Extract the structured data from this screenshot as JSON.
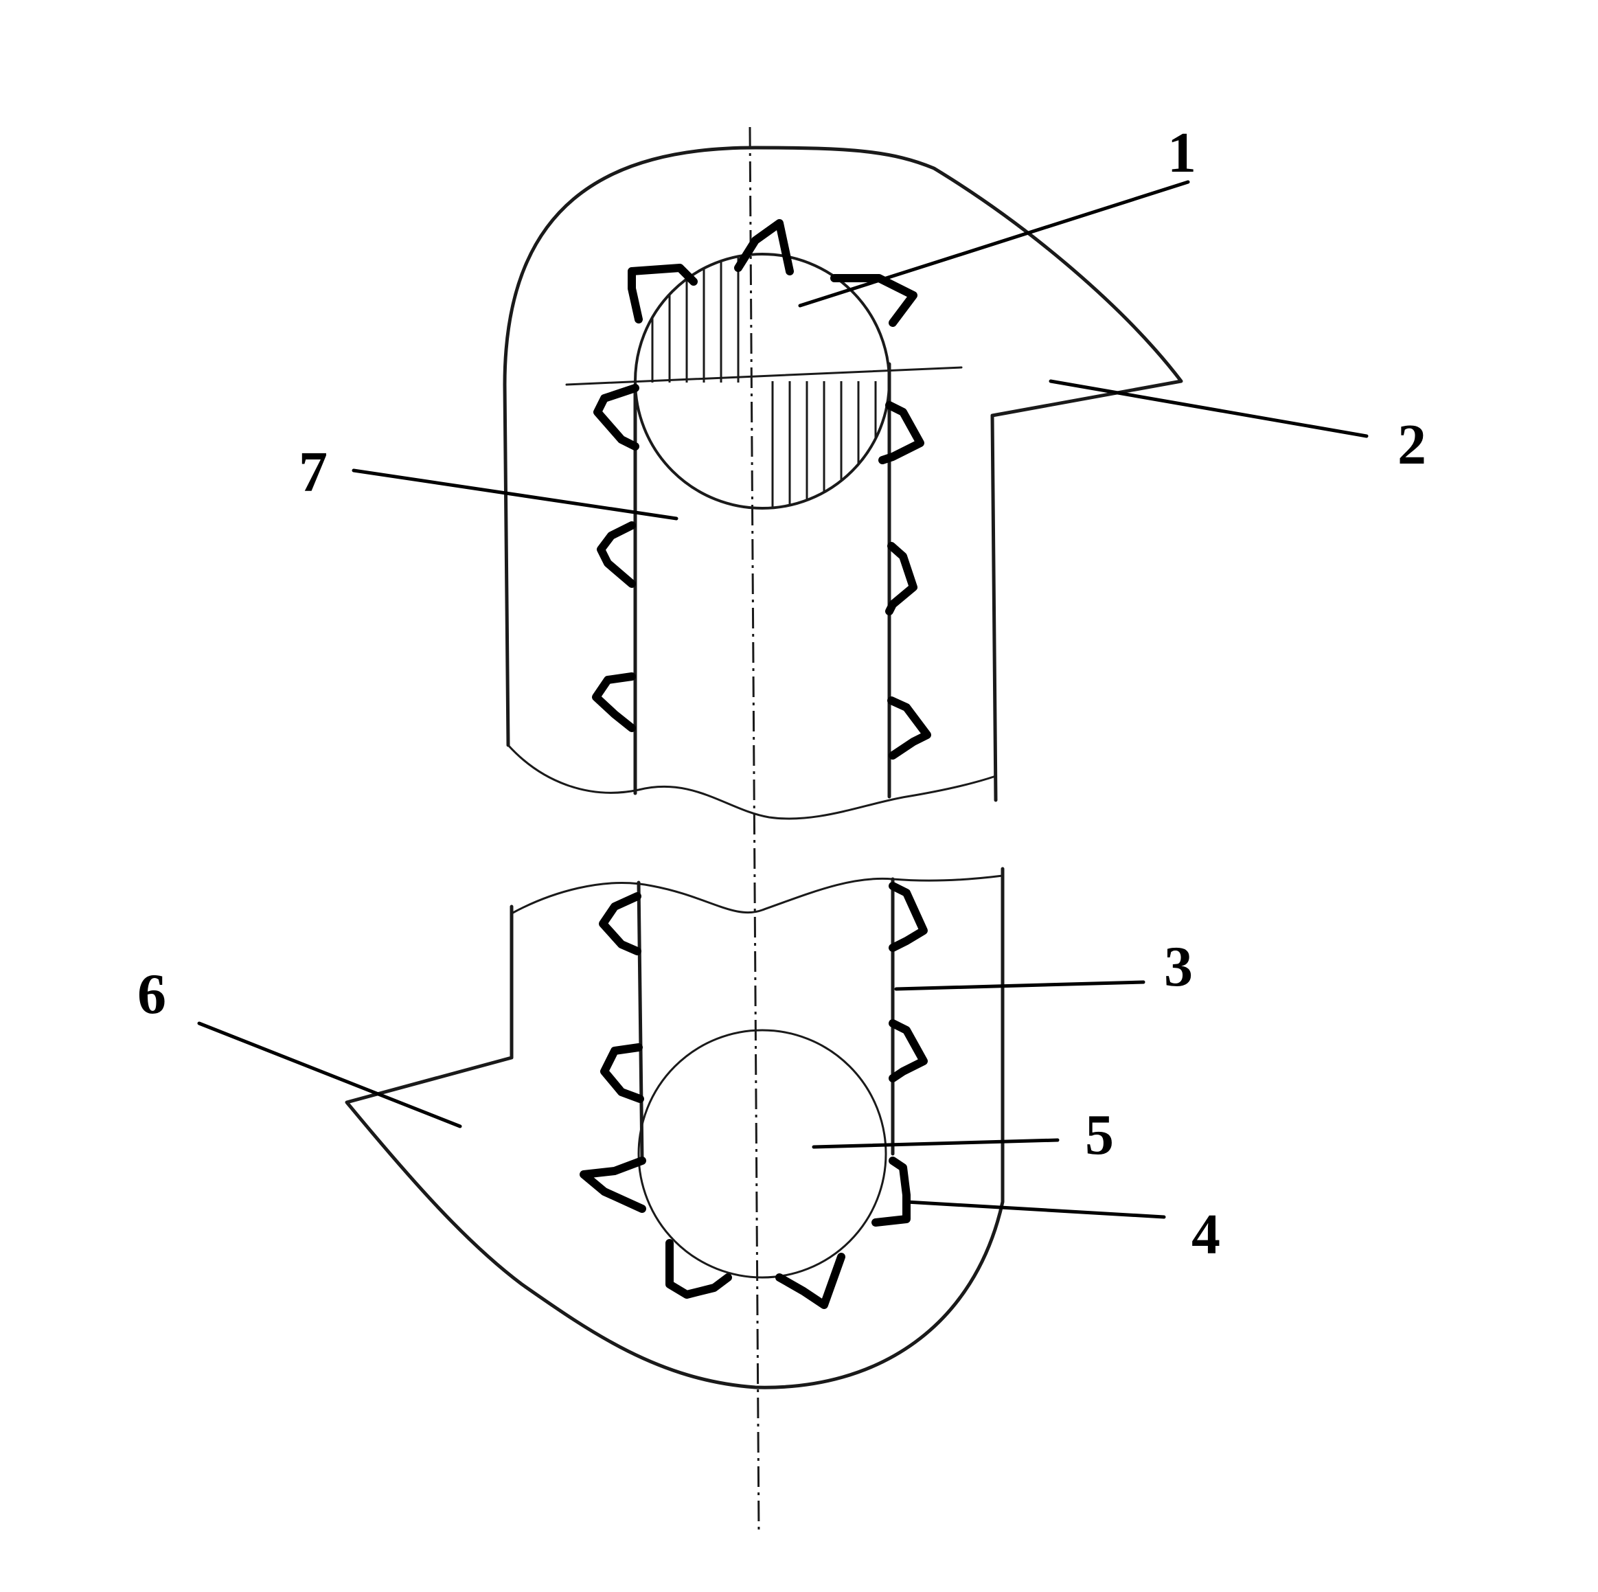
{
  "labels": {
    "l1": "1",
    "l2": "2",
    "l3": "3",
    "l4": "4",
    "l5": "5",
    "l6": "6",
    "l7": "7"
  },
  "colors": {
    "ink": "#1a1a1a",
    "background": "#ffffff"
  }
}
